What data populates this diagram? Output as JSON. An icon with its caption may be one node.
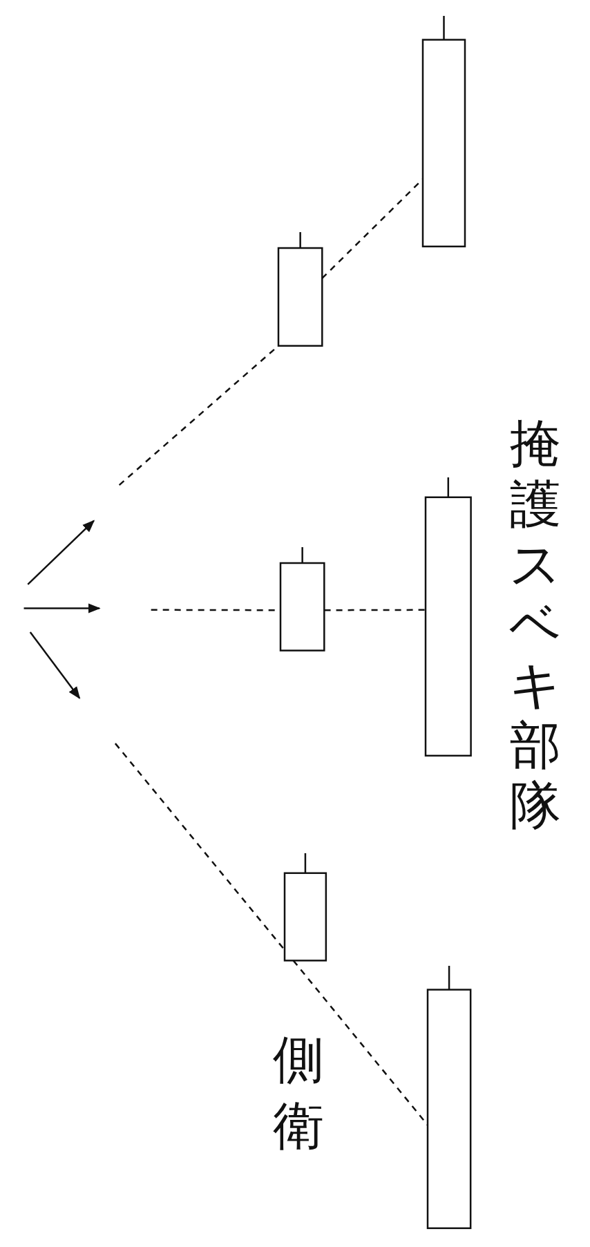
{
  "diagram": {
    "nodes": [
      {
        "text": [],
        "shape": "box"
      },
      {
        "text": [],
        "shape": "box"
      },
      {
        "text": [],
        "shape": "box"
      },
      {
        "text": [],
        "shape": "box"
      },
      {
        "text": [],
        "shape": "box"
      },
      {
        "text": [],
        "shape": "box"
      }
    ],
    "edges": [
      {
        "from": null,
        "to": 1,
        "arrow": "none",
        "style": "dashed"
      },
      {
        "from": 1,
        "to": 0,
        "arrow": "none",
        "style": "dashed"
      },
      {
        "from": null,
        "to": 3,
        "arrow": "none",
        "style": "dashed"
      },
      {
        "from": 3,
        "to": 2,
        "arrow": "none",
        "style": "dashed"
      },
      {
        "from": null,
        "to": 4,
        "arrow": "none",
        "style": "dashed"
      },
      {
        "from": 4,
        "to": 5,
        "arrow": "none",
        "style": "dashed"
      }
    ],
    "labels": [
      "掩護スベキ部隊",
      "側衛"
    ]
  }
}
